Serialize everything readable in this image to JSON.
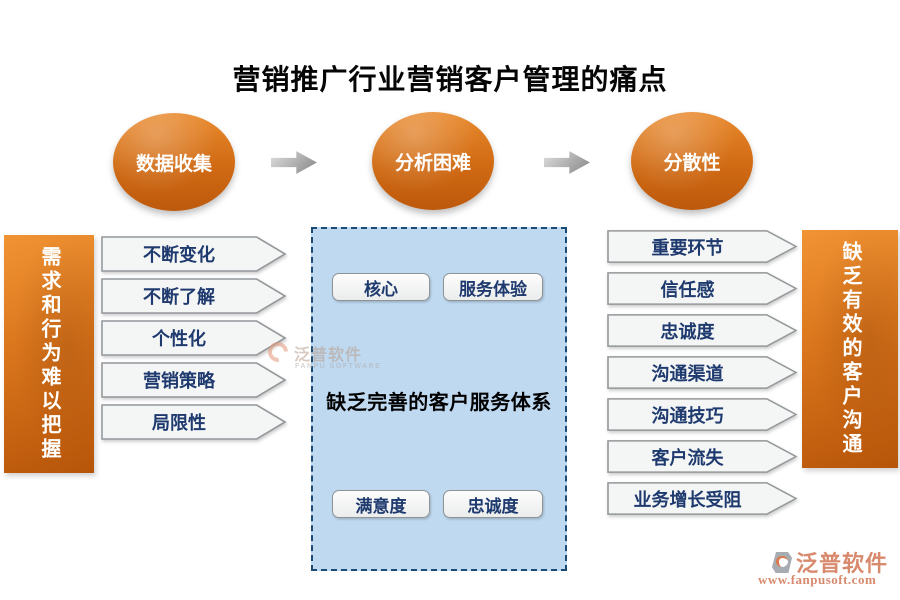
{
  "title": "营销推广行业营销客户管理的痛点",
  "flow": {
    "ovals": [
      {
        "label": "数据收集"
      },
      {
        "label": "分析困难"
      },
      {
        "label": "分散性"
      }
    ]
  },
  "left_panel": {
    "band_label": "需求和行为难以把握",
    "items": [
      "不断变化",
      "不断了解",
      "个性化",
      "营销策略",
      "局限性"
    ]
  },
  "center_box": {
    "top_buttons": [
      "核心",
      "服务体验"
    ],
    "label": "缺乏完善的客户服务体系",
    "bottom_buttons": [
      "满意度",
      "忠诚度"
    ]
  },
  "right_panel": {
    "band_label": "缺乏有效的客户沟通",
    "items": [
      "重要环节",
      "信任感",
      "忠诚度",
      "沟通渠道",
      "沟通技巧",
      "客户流失",
      "业务增长受阻"
    ]
  },
  "watermark": {
    "name": "泛普软件",
    "sub": "FANPU SOFTWARE"
  },
  "footer_logo": {
    "name": "泛普软件",
    "url": "www.fanpusoft.com"
  },
  "colors": {
    "oval_orange_top": "#e98a2e",
    "oval_orange_bottom": "#bd590d",
    "band_orange": "#d9751c",
    "navy_text": "#1e3a6e",
    "blue_box_fill": "#bfd9f1",
    "blue_box_border": "#1b4a74",
    "logo_salmon": "#d78a6d"
  }
}
